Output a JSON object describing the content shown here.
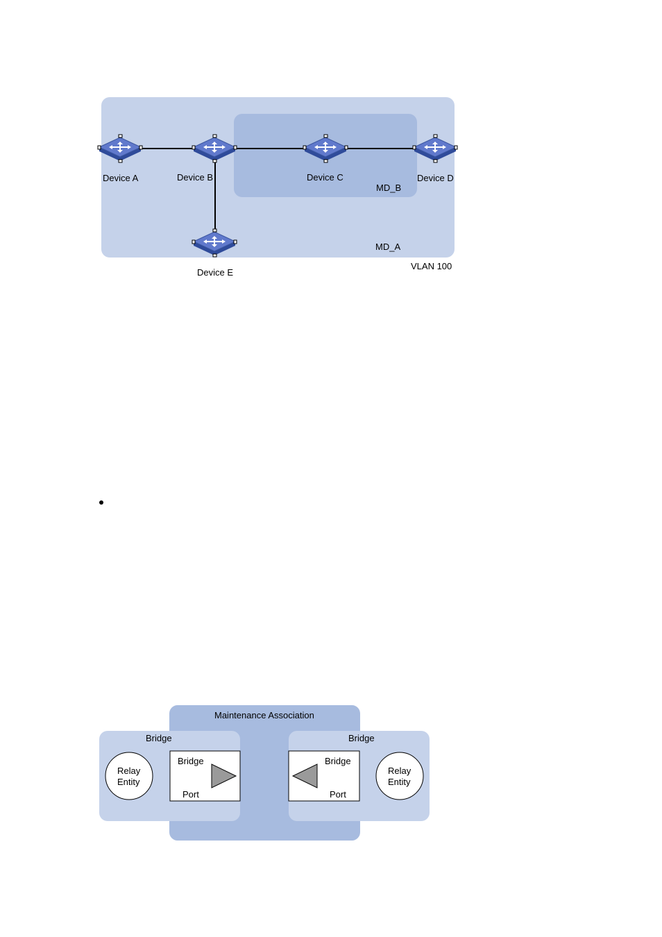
{
  "figure1": {
    "devices": [
      {
        "id": "a",
        "label": "Device A"
      },
      {
        "id": "b",
        "label": "Device B"
      },
      {
        "id": "c",
        "label": "Device C"
      },
      {
        "id": "d",
        "label": "Device D"
      },
      {
        "id": "e",
        "label": "Device E"
      }
    ],
    "md_b_label": "MD_B",
    "md_a_label": "MD_A",
    "vlan_label": "VLAN 100",
    "colors": {
      "outer_domain": "#c5d2ea",
      "inner_domain": "#a7bbdf",
      "switch_top": "#5a78c8",
      "switch_side": "#2f4b9a"
    }
  },
  "figure2": {
    "ma_label": "Maintenance Association",
    "left_bridge": {
      "title": "Bridge",
      "relay_line1": "Relay",
      "relay_line2": "Entity",
      "port_top": "Bridge",
      "port_bottom": "Port"
    },
    "right_bridge": {
      "title": "Bridge",
      "relay_line1": "Relay",
      "relay_line2": "Entity",
      "port_top": "Bridge",
      "port_bottom": "Port"
    },
    "colors": {
      "ma_box": "#a7bbdf",
      "bridge_box": "#c5d2ea",
      "triangle": "#9a9a9a"
    }
  }
}
